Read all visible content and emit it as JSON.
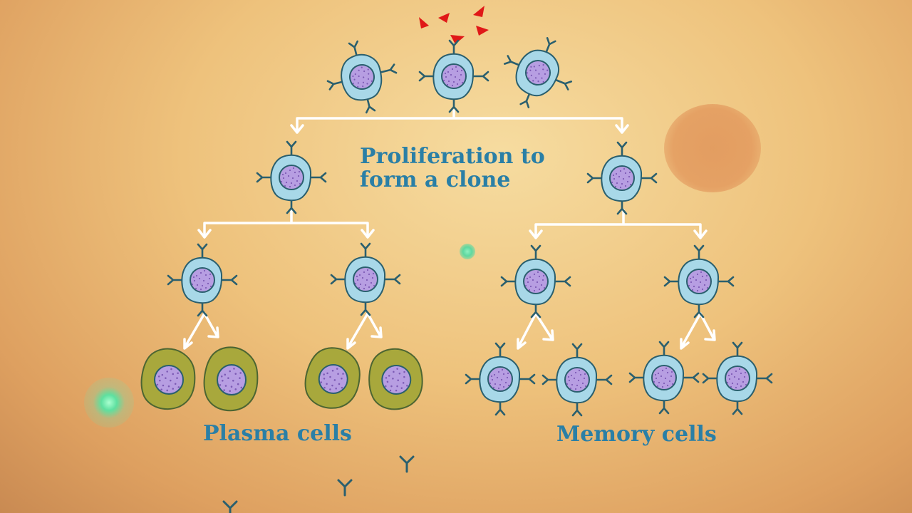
{
  "labels": {
    "proliferation_line1": "Proliferation to",
    "proliferation_line2": "form a clone",
    "plasma": "Plasma cells",
    "memory": "Memory cells"
  },
  "colors": {
    "cell_fill": "#a8d8e8",
    "cell_stroke": "#2a5f6e",
    "nucleus_fill": "#b79ee2",
    "plasma_fill": "#a8a83c",
    "arrow": "#ffffff",
    "antigen": "#e01818",
    "text": "#2a7fa6"
  },
  "icons": [
    "b-cell-icon",
    "plasma-cell-icon",
    "memory-cell-icon",
    "antigen-icon",
    "antibody-icon",
    "arrow-icon"
  ]
}
